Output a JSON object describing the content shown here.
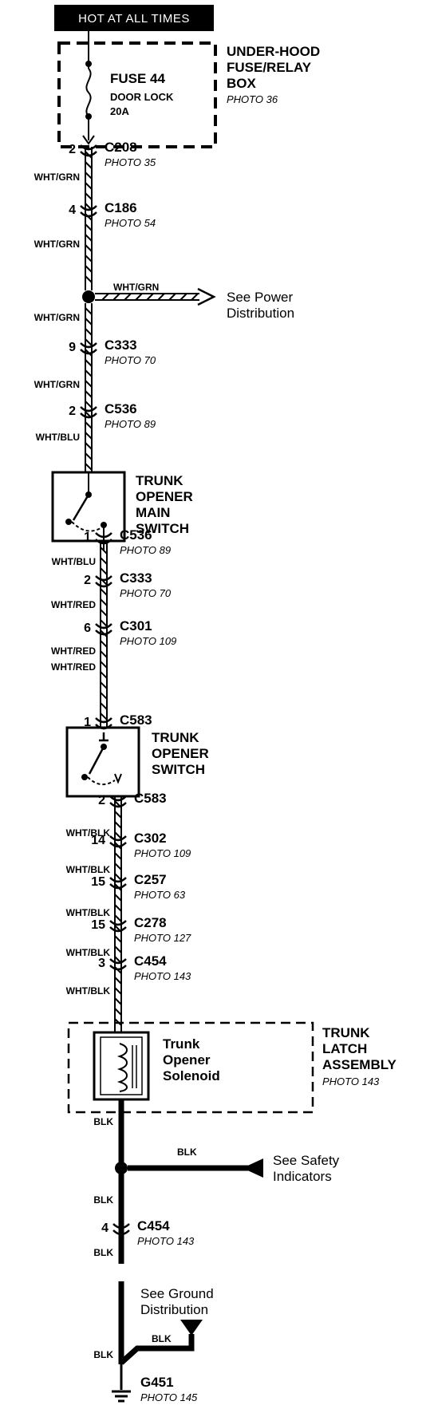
{
  "header": {
    "label": "HOT AT ALL TIMES"
  },
  "fuse_box": {
    "fuse": "FUSE 44",
    "circuit": "DOOR LOCK",
    "rating": "20A",
    "title_lines": [
      "UNDER-HOOD",
      "FUSE/RELAY",
      "BOX"
    ],
    "photo": "PHOTO 36"
  },
  "connectors": [
    {
      "pin": "2",
      "name": "C208",
      "photo": "PHOTO 35"
    },
    {
      "pin": "4",
      "name": "C186",
      "photo": "PHOTO 54"
    },
    {
      "pin": "9",
      "name": "C333",
      "photo": "PHOTO 70"
    },
    {
      "pin": "2",
      "name": "C536",
      "photo": "PHOTO 89"
    },
    {
      "pin": "1",
      "name": "C536",
      "photo": "PHOTO 89"
    },
    {
      "pin": "2",
      "name": "C333",
      "photo": "PHOTO 70"
    },
    {
      "pin": "6",
      "name": "C301",
      "photo": "PHOTO 109"
    },
    {
      "pin": "1",
      "name": "C583",
      "photo": ""
    },
    {
      "pin": "2",
      "name": "C583",
      "photo": ""
    },
    {
      "pin": "14",
      "name": "C302",
      "photo": "PHOTO 109"
    },
    {
      "pin": "15",
      "name": "C257",
      "photo": "PHOTO 63"
    },
    {
      "pin": "15",
      "name": "C278",
      "photo": "PHOTO 127"
    },
    {
      "pin": "3",
      "name": "C454",
      "photo": "PHOTO 143"
    },
    {
      "pin": "4",
      "name": "C454",
      "photo": "PHOTO 143"
    }
  ],
  "wire_labels": [
    "WHT/GRN",
    "WHT/GRN",
    "WHT/GRN",
    "WHT/GRN",
    "WHT/BLU",
    "WHT/BLU",
    "WHT/RED",
    "WHT/RED",
    "WHT/RED",
    "WHT/BLK",
    "WHT/BLK",
    "WHT/BLK",
    "WHT/BLK",
    "WHT/BLK",
    "BLK",
    "BLK",
    "BLK",
    "BLK"
  ],
  "splice_power": {
    "wire": "WHT/GRN",
    "ref_lines": [
      "See Power",
      "Distribution"
    ]
  },
  "splice_safety": {
    "wire": "BLK",
    "ref_lines": [
      "See Safety",
      "Indicators"
    ]
  },
  "main_switch": {
    "title_lines": [
      "TRUNK",
      "OPENER",
      "MAIN",
      "SWITCH"
    ]
  },
  "opener_switch": {
    "title_lines": [
      "TRUNK",
      "OPENER",
      "SWITCH"
    ]
  },
  "latch_assembly": {
    "title_lines": [
      "TRUNK",
      "LATCH",
      "ASSEMBLY"
    ],
    "photo": "PHOTO 143",
    "solenoid_lines": [
      "Trunk",
      "Opener",
      "Solenoid"
    ]
  },
  "ground_ref": {
    "ref_lines": [
      "See Ground",
      "Distribution"
    ],
    "wire": "BLK"
  },
  "ground": {
    "name": "G451",
    "photo": "PHOTO 145"
  }
}
